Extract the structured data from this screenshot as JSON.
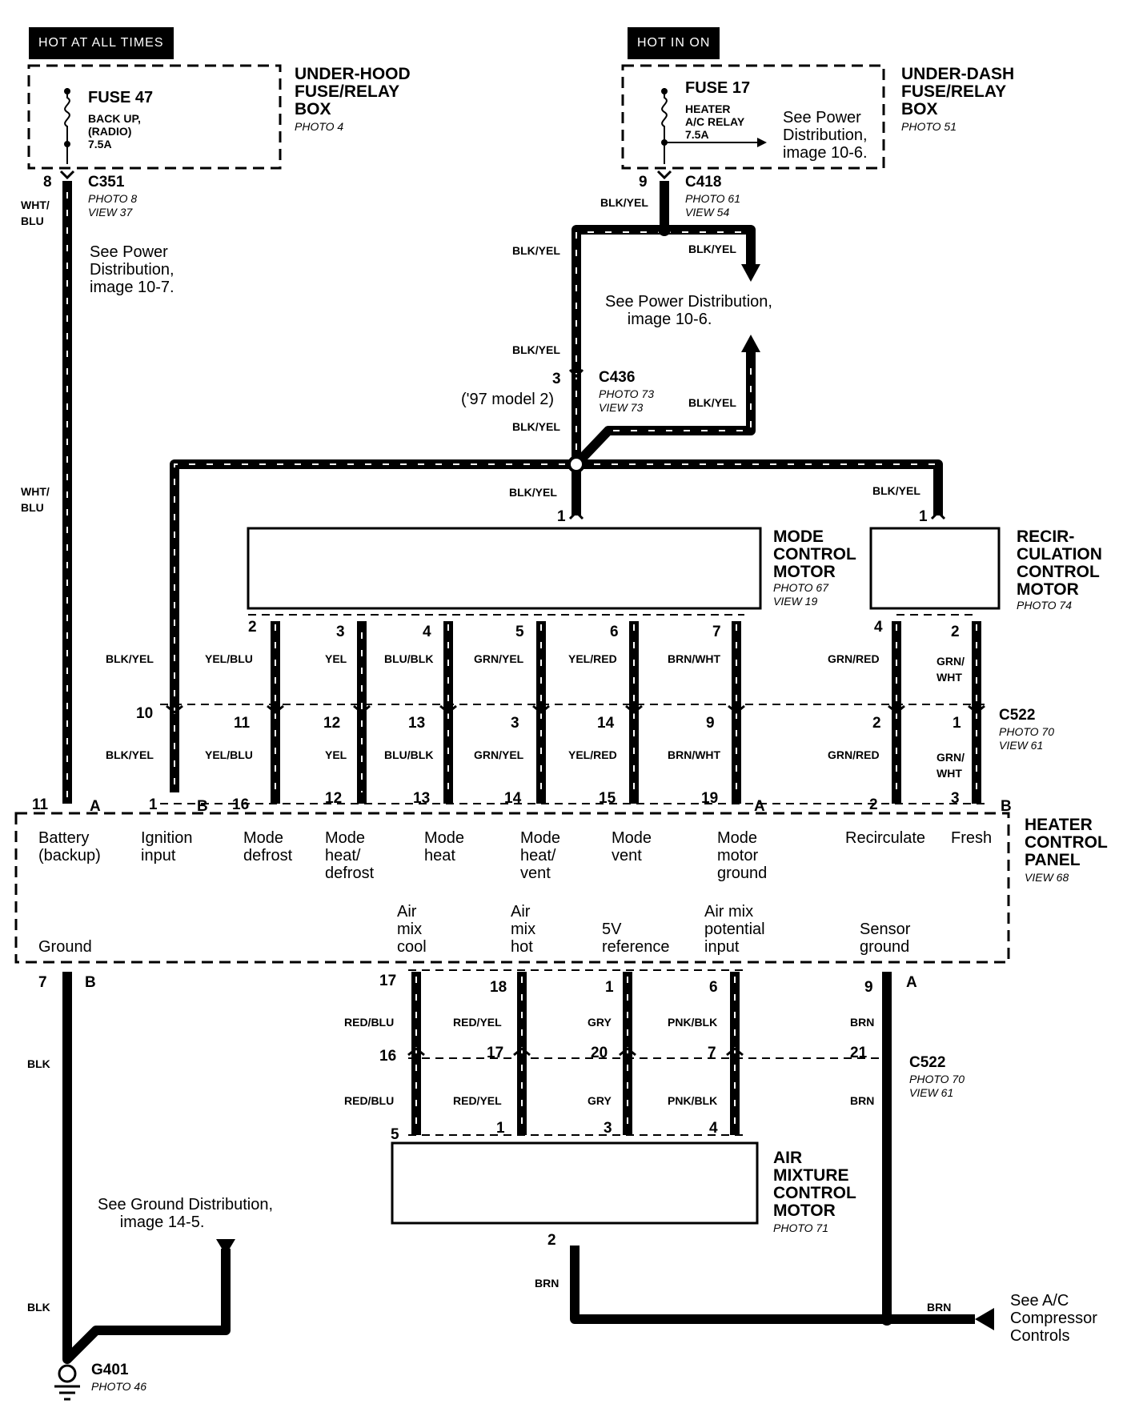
{
  "hot_at_all_times": "HOT AT ALL TIMES",
  "hot_in_on": "HOT IN ON",
  "underhood_box": "UNDER-HOOD\nFUSE/RELAY\nBOX",
  "underhood_photo": "PHOTO 4",
  "fuse47": "FUSE 47",
  "fuse47_desc": "BACK UP,\n(RADIO)\n7.5A",
  "c351": "C351",
  "c351_photo": "PHOTO 8\nVIEW 37",
  "underdash_box": "UNDER-DASH\nFUSE/RELAY\nBOX",
  "underdash_photo": "PHOTO 51",
  "fuse17": "FUSE 17",
  "fuse17_desc": "HEATER\nA/C RELAY\n7.5A",
  "see_power_10_6_a": "See Power\nDistribution,\nimage 10-6.",
  "c418": "C418",
  "c418_photo": "PHOTO 61\nVIEW 54",
  "see_power_10_7": "See Power\nDistribution,\nimage 10-7.",
  "see_power_10_6_b": "See Power Distribution,\n     image 10-6.",
  "c436": "C436",
  "c436_photo": "PHOTO 73\nVIEW 73",
  "c436_note": "('97 model 2)",
  "mode_motor": "MODE\nCONTROL\nMOTOR",
  "mode_motor_photo": "PHOTO 67\nVIEW 19",
  "recirc_motor": "RECIR-\nCULATION\nCONTROL\nMOTOR",
  "recirc_motor_photo": "PHOTO 74",
  "c522": "C522",
  "c522_photo": "PHOTO 70\nVIEW 61",
  "heater_panel": "HEATER\nCONTROL\nPANEL",
  "heater_panel_view": "VIEW 68",
  "panel_labels": {
    "battery": "Battery\n(backup)",
    "ignition": "Ignition\ninput",
    "mode_defrost": "Mode\ndefrost",
    "mode_heat_defrost": "Mode\nheat/\ndefrost",
    "mode_heat": "Mode\nheat",
    "mode_heat_vent": "Mode\nheat/\nvent",
    "mode_vent": "Mode\nvent",
    "mode_motor_ground": "Mode\nmotor\nground",
    "recirculate": "Recirculate",
    "fresh": "Fresh",
    "ground": "Ground",
    "air_mix_cool": "Air\nmix\ncool",
    "air_mix_hot": "Air\nmix\nhot",
    "ref_5v": "5V\nreference",
    "air_mix_potential": "Air mix\npotential\ninput",
    "sensor_ground": "Sensor\nground"
  },
  "air_mix_motor": "AIR\nMIXTURE\nCONTROL\nMOTOR",
  "air_mix_photo": "PHOTO 71",
  "see_ground": "See Ground Distribution,\n     image 14-5.",
  "g401": "G401",
  "g401_photo": "PHOTO 46",
  "see_ac": "See A/C\nCompressor\nControls",
  "wires": {
    "wht_blu": "WHT/\nBLU",
    "blk_yel": "BLK/YEL",
    "yel_blu": "YEL/BLU",
    "yel": "YEL",
    "blu_blk": "BLU/BLK",
    "grn_yel": "GRN/YEL",
    "yel_red": "YEL/RED",
    "brn_wht": "BRN/WHT",
    "grn_red": "GRN/RED",
    "grn_wht": "GRN/\nWHT",
    "blk": "BLK",
    "red_blu": "RED/BLU",
    "red_yel": "RED/YEL",
    "gry": "GRY",
    "pnk_blk": "PNK/BLK",
    "brn": "BRN"
  },
  "pins": {
    "p8": "8",
    "p9": "9",
    "p3": "3",
    "p1": "1",
    "p2": "2",
    "p4": "4",
    "p5": "5",
    "p6": "6",
    "p7": "7",
    "p10": "10",
    "p11": "11",
    "p12": "12",
    "p13": "13",
    "p14": "14",
    "p15": "15",
    "p16": "16",
    "p17": "17",
    "p18": "18",
    "p19": "19",
    "p20": "20",
    "p21": "21",
    "pA": "A",
    "pB": "B"
  }
}
